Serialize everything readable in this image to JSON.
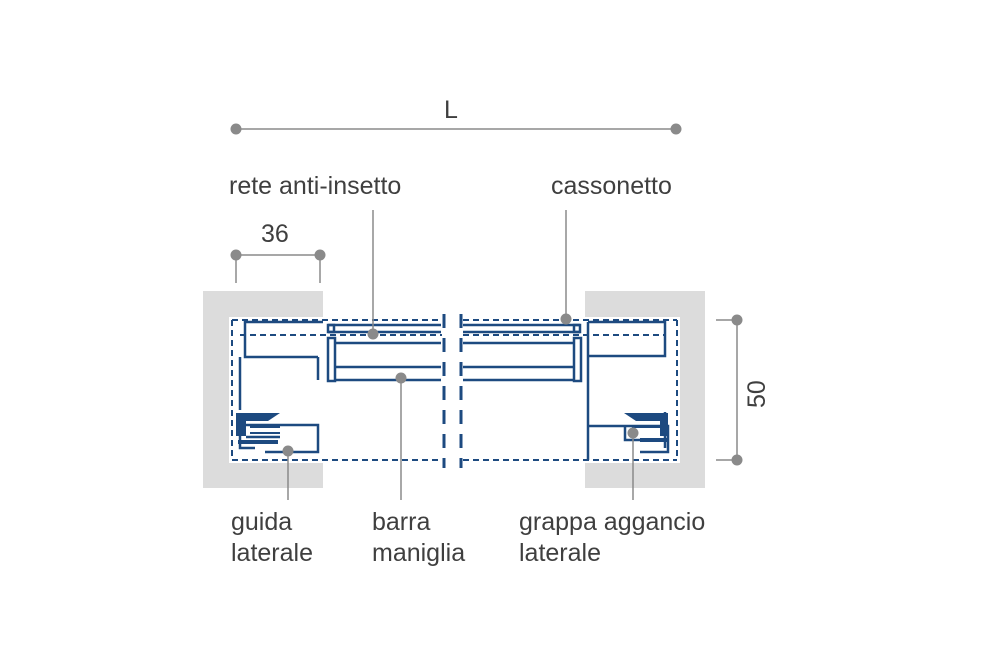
{
  "dimensions": {
    "width_label": "L",
    "guide_label": "36",
    "height_label": "50"
  },
  "labels": {
    "rete": "rete anti-insetto",
    "cassonetto": "cassonetto",
    "guida_1": "guida",
    "guida_2": "laterale",
    "barra_1": "barra",
    "barra_2": "maniglia",
    "grappa_1": "grappa aggancio",
    "grappa_2": "laterale"
  },
  "colors": {
    "profile": "#1d4a80",
    "wall": "#dcdcdc",
    "dimension": "#8a8a8a",
    "text": "#3f3f3f"
  }
}
